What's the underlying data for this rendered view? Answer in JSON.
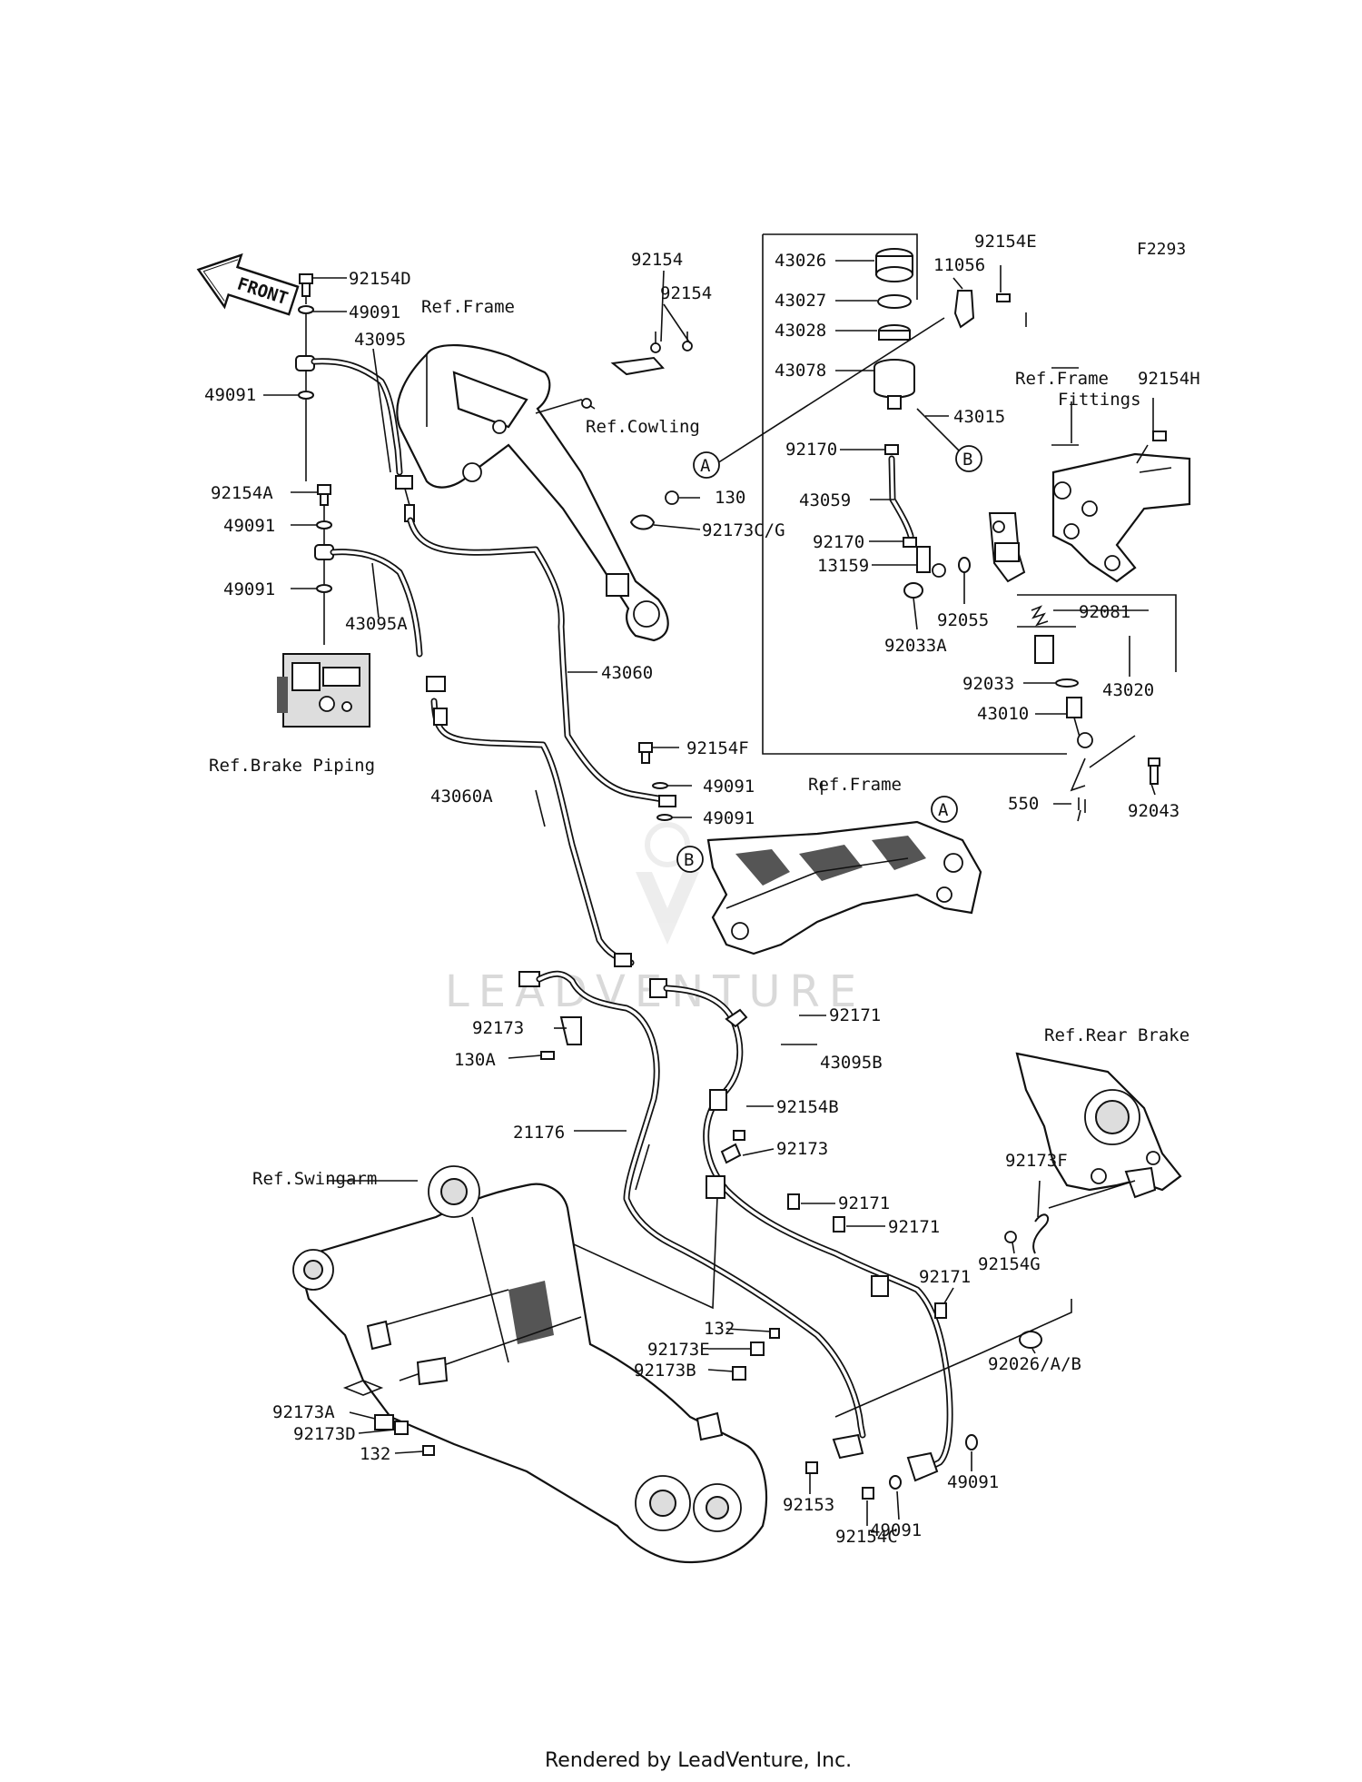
{
  "figure_code": "F2293",
  "footer": "Rendered by LeadVenture, Inc.",
  "watermark": "LEADVENTURE",
  "front_arrow": "FRONT",
  "part_labels": {
    "p92154D": "92154D",
    "p49091_a": "49091",
    "p43095": "43095",
    "p49091_b": "49091",
    "p92154A": "92154A",
    "p49091_c": "49091",
    "p49091_d": "49091",
    "p43095A": "43095A",
    "p92154_a": "92154",
    "p92154_b": "92154",
    "p130": "130",
    "p92173CG": "92173C/G",
    "p43060": "43060",
    "p92154F": "92154F",
    "p49091_e": "49091",
    "p49091_f": "49091",
    "p43060A": "43060A",
    "p43026": "43026",
    "p43027": "43027",
    "p43028": "43028",
    "p43078": "43078",
    "p11056": "11056",
    "p92154E": "92154E",
    "p43015": "43015",
    "p92154H": "92154H",
    "p92170_a": "92170",
    "p43059": "43059",
    "p92170_b": "92170",
    "p13159": "13159",
    "p92055": "92055",
    "p92033A": "92033A",
    "p92081": "92081",
    "p43020": "43020",
    "p92033": "92033",
    "p43010": "43010",
    "p550": "550",
    "p92043": "92043",
    "p92171_a": "92171",
    "p43095B": "43095B",
    "p92173_a": "92173",
    "p130A": "130A",
    "p21176": "21176",
    "p92154B": "92154B",
    "p92173_b": "92173",
    "p92171_b": "92171",
    "p92171_c": "92171",
    "p92171_d": "92171",
    "p92173F": "92173F",
    "p92154G": "92154G",
    "p92026AB": "92026/A/B",
    "p132_a": "132",
    "p92173E": "92173E",
    "p92173B": "92173B",
    "p92173A": "92173A",
    "p92173D": "92173D",
    "p132_b": "132",
    "p92153": "92153",
    "p92154C": "92154C",
    "p49091_g": "49091",
    "p49091_h": "49091"
  },
  "ref_labels": {
    "frame_top": "Ref.Frame",
    "cowling": "Ref.Cowling",
    "brake_piping": "Ref.Brake Piping",
    "frame_mid": "Ref.Frame",
    "frame_fittings_1": "Ref.Frame",
    "frame_fittings_2": "Fittings",
    "rear_brake": "Ref.Rear Brake",
    "swingarm": "Ref.Swingarm"
  },
  "callouts": {
    "A_left": "A",
    "B_left": "B",
    "A_right": "A",
    "B_right": "B"
  }
}
